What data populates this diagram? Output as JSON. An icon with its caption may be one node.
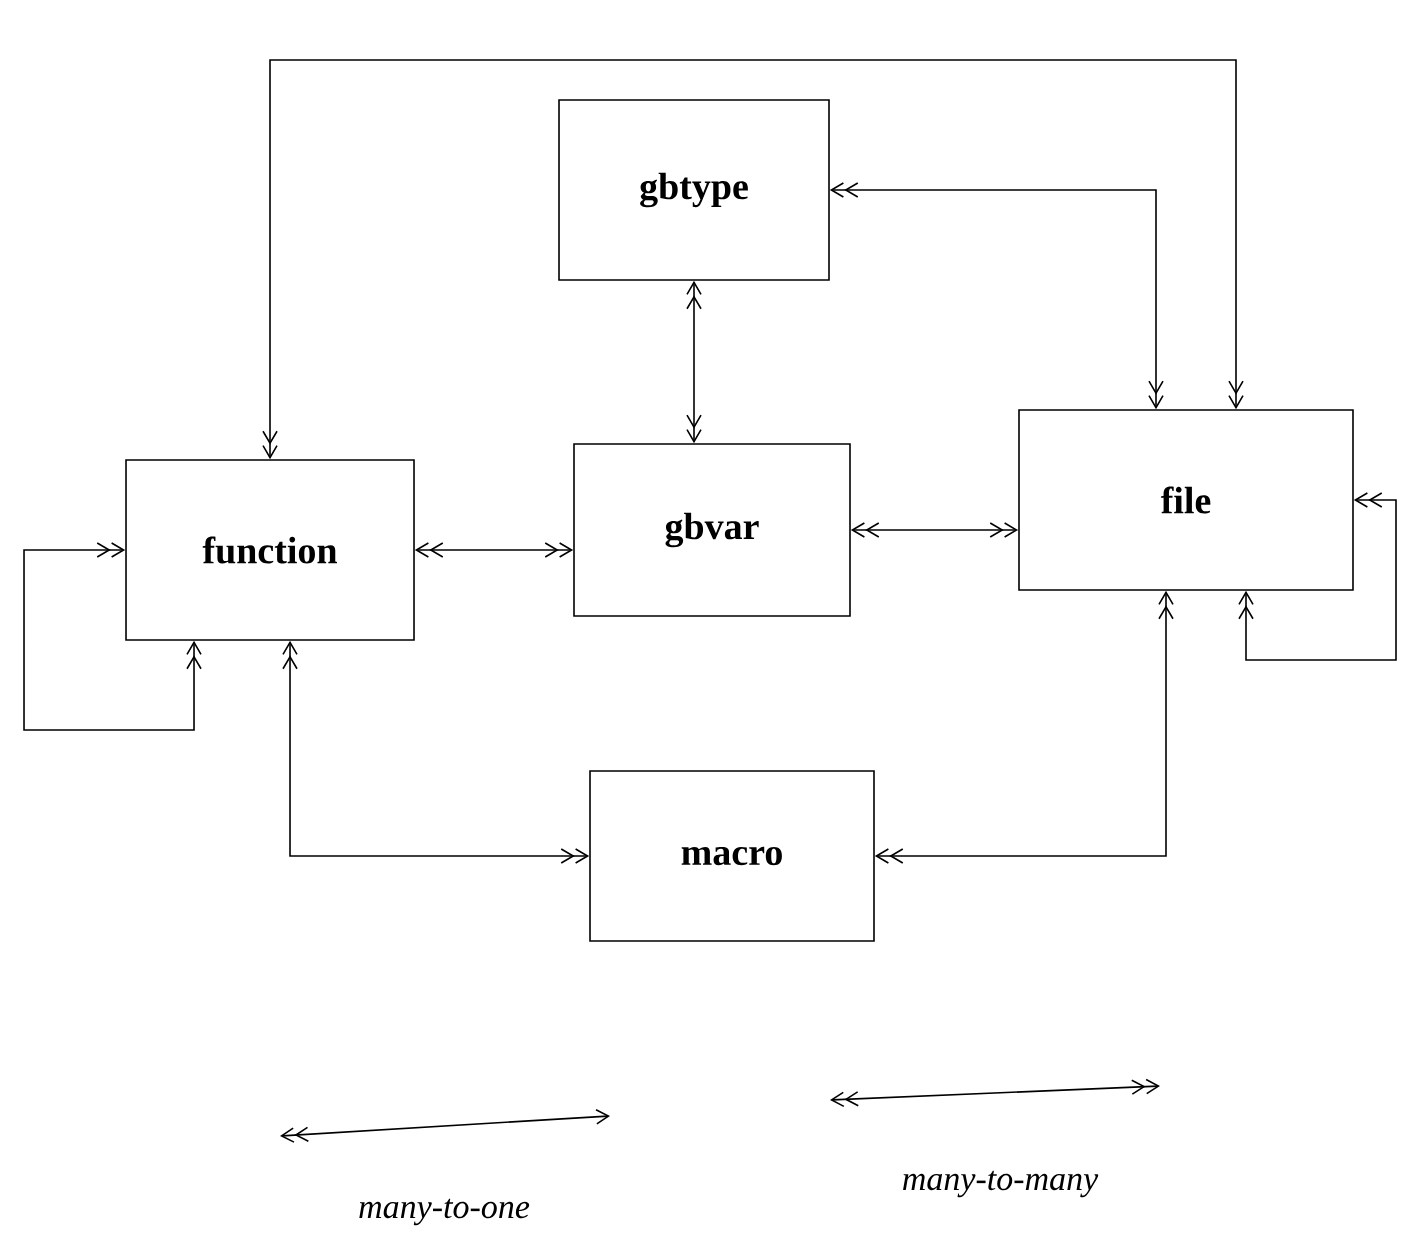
{
  "diagram": {
    "nodes": [
      {
        "text": [
          "gbtype"
        ]
      },
      {
        "text": [
          "function"
        ]
      },
      {
        "text": [
          "gbvar"
        ]
      },
      {
        "text": [
          "file"
        ]
      },
      {
        "text": [
          "macro"
        ]
      }
    ],
    "edges": [
      {
        "from": 0,
        "to": 3,
        "arrow": "both"
      },
      {
        "from": 0,
        "to": 2,
        "arrow": "both"
      },
      {
        "from": 1,
        "to": 3,
        "arrow": "both"
      },
      {
        "from": 1,
        "to": 2,
        "arrow": "both"
      },
      {
        "from": 2,
        "to": 3,
        "arrow": "both"
      },
      {
        "from": 1,
        "to": 1,
        "arrow": "both"
      },
      {
        "from": 3,
        "to": 3,
        "arrow": "both"
      },
      {
        "from": 1,
        "to": 4,
        "arrow": "both"
      },
      {
        "from": 4,
        "to": 3,
        "arrow": "both"
      }
    ],
    "legend": [
      {
        "text": "many-to-one"
      },
      {
        "text": "many-to-many"
      }
    ]
  }
}
